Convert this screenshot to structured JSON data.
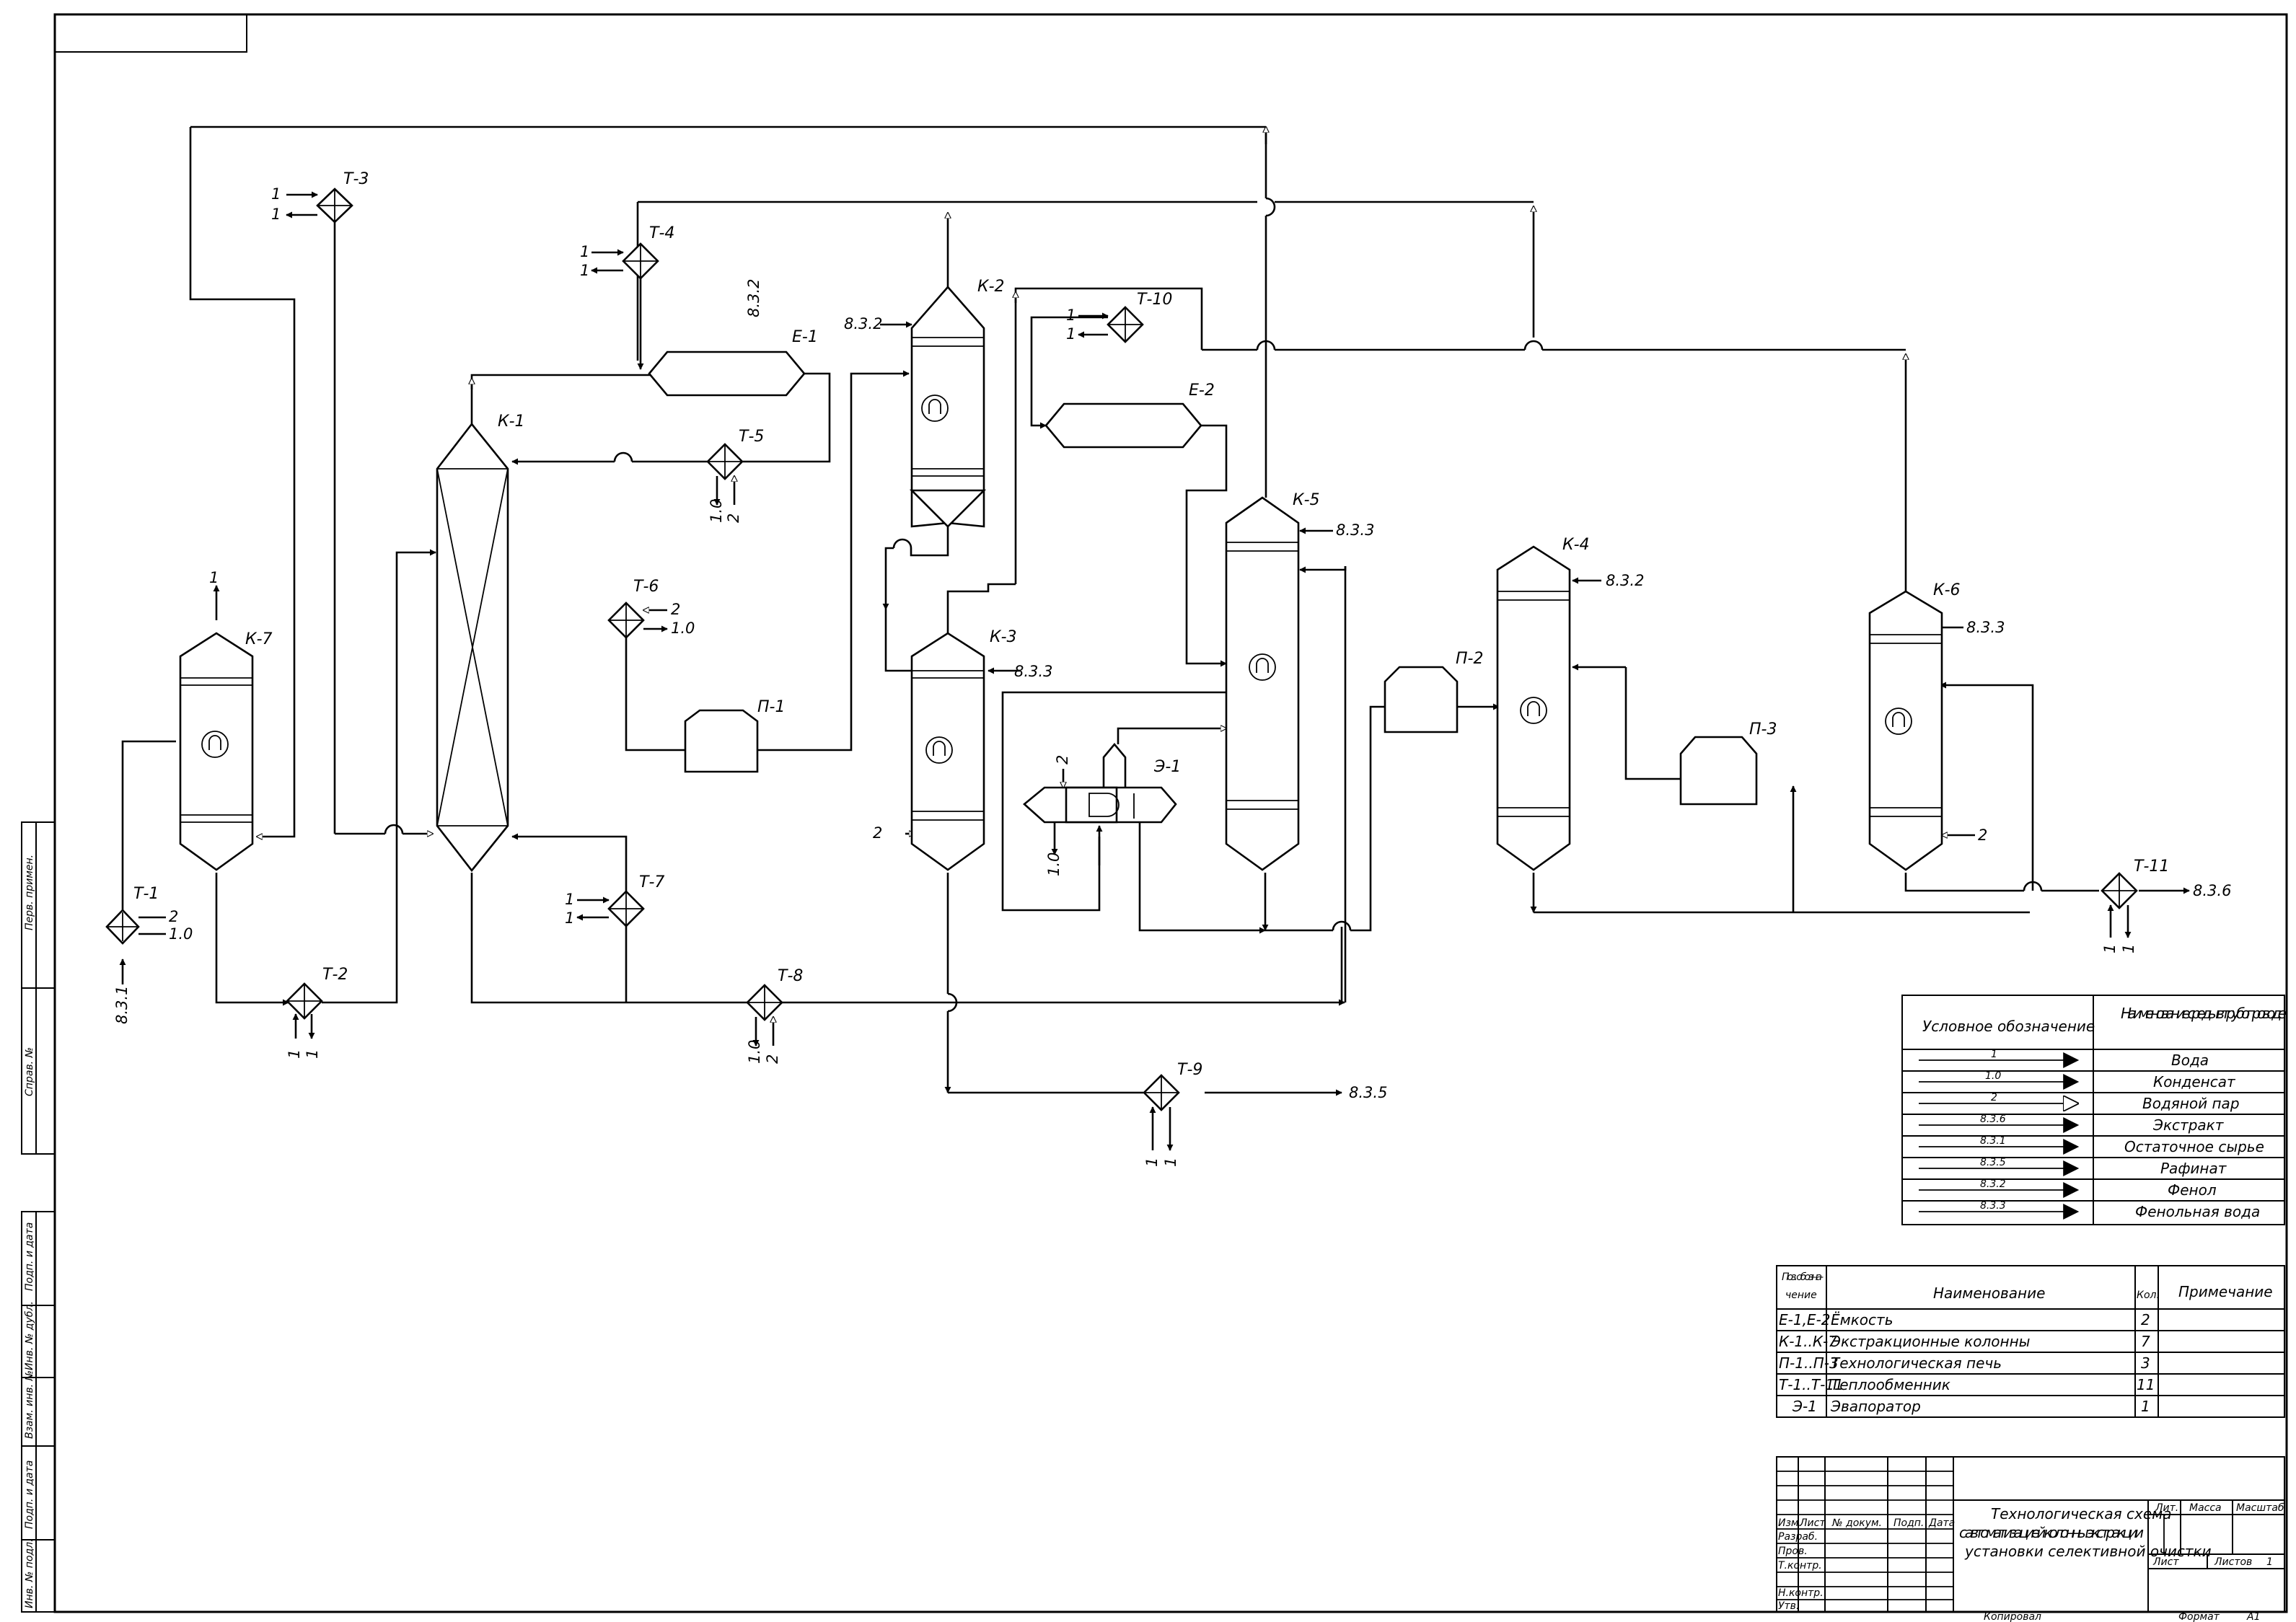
{
  "equipment": {
    "K1": "К-1",
    "K2": "К-2",
    "K3": "К-3",
    "K4": "К-4",
    "K5": "К-5",
    "K6": "К-6",
    "K7": "К-7",
    "E1": "Е-1",
    "E2": "Е-2",
    "P1": "П-1",
    "P2": "П-2",
    "P3": "П-3",
    "T1": "Т-1",
    "T2": "Т-2",
    "T3": "Т-3",
    "T4": "Т-4",
    "T5": "Т-5",
    "T6": "Т-6",
    "T7": "Т-7",
    "T8": "Т-8",
    "T9": "Т-9",
    "T10": "Т-10",
    "T11": "Т-11",
    "EV1": "Э-1"
  },
  "flows": {
    "water": "1",
    "condensate": "1.0",
    "steam": "2",
    "extract": "8.3.6",
    "raw": "8.3.1",
    "raffinate": "8.3.5",
    "phenol": "8.3.2",
    "phenol_water": "8.3.3"
  },
  "legend": {
    "header_symbol": "Условное обозначение",
    "header_medium": "Наименование среды в трубопроводе",
    "rows": [
      {
        "code": "1",
        "name": "Вода",
        "arrow": "filled"
      },
      {
        "code": "1.0",
        "name": "Конденсат",
        "arrow": "filled"
      },
      {
        "code": "2",
        "name": "Водяной пар",
        "arrow": "open"
      },
      {
        "code": "8.3.6",
        "name": "Экстракт",
        "arrow": "filled"
      },
      {
        "code": "8.3.1",
        "name": "Остаточное сырье",
        "arrow": "filled"
      },
      {
        "code": "8.3.5",
        "name": "Рафинат",
        "arrow": "filled"
      },
      {
        "code": "8.3.2",
        "name": "Фенол",
        "arrow": "filled"
      },
      {
        "code": "8.3.3",
        "name": "Фенольная вода",
        "arrow": "filled"
      }
    ]
  },
  "spec": {
    "h_pos": "Поз. обозна-",
    "h_pos2": "чение",
    "h_name": "Наименование",
    "h_qty": "Кол.",
    "h_note": "Примечание",
    "rows": [
      {
        "pos": "Е-1,Е-2",
        "name": "Ёмкость",
        "qty": "2"
      },
      {
        "pos": "К-1..К-7",
        "name": "Экстракционные колонны",
        "qty": "7"
      },
      {
        "pos": "П-1..П-3",
        "name": "Технологическая печь",
        "qty": "3"
      },
      {
        "pos": "Т-1..Т-11",
        "name": "Теплообменник",
        "qty": "11"
      },
      {
        "pos": "Э-1",
        "name": "Эвапоратор",
        "qty": "1"
      }
    ]
  },
  "title_block": {
    "title_l1": "Технологическая схема",
    "title_l2": "с автоматизацией колонны экстракции",
    "title_l3": "установки селективной очистки",
    "izm": "Изм.",
    "list": "Лист",
    "ndoc": "№ докум.",
    "podp": "Подп.",
    "data": "Дата",
    "razrab": "Разраб.",
    "prov": "Пров.",
    "tkontr": "Т.контр.",
    "nkontr": "Н.контр.",
    "utv": "Утв.",
    "lit": "Лит.",
    "massa": "Масса",
    "masshtab": "Масштаб",
    "list2": "Лист",
    "listov": "Листов",
    "listov_val": "1",
    "copied": "Копировал",
    "format": "Формат",
    "format_val": "А1"
  },
  "side_stamps": [
    "Перв. примен.",
    "Справ. №",
    "Подп. и дата",
    "Инв. № дубл.",
    "Взам. инв. №",
    "Подп. и дата",
    "Инв. № подл."
  ]
}
